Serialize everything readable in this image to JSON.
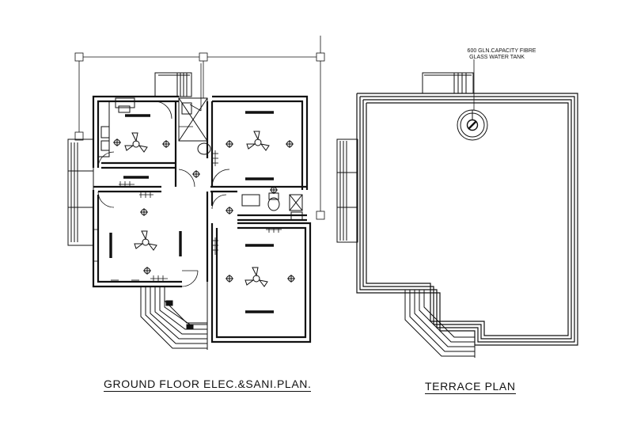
{
  "captions": {
    "ground_floor": "GROUND  FLOOR ELEC.&SANI.PLAN.",
    "terrace": "TERRACE PLAN"
  },
  "tank_note": {
    "line1": "600 GLN.CAPACITY FIBRE",
    "line2": "GLASS WATER TANK"
  },
  "colors": {
    "line": "#111111",
    "background": "#ffffff"
  },
  "symbols": [
    "ceiling-fan-icon",
    "light-point-icon",
    "tube-light-icon",
    "switch-board-icon",
    "water-tank-icon"
  ]
}
